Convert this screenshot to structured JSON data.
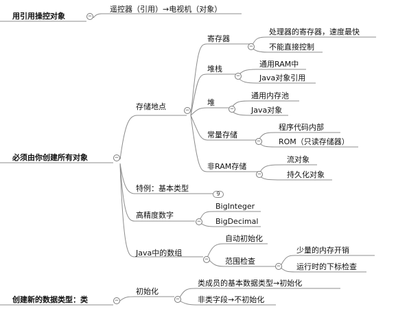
{
  "topics": {
    "t1": {
      "label": "用引用操控对象",
      "children": {
        "remote": "遥控器（引用）→电视机（对象）"
      }
    },
    "t2": {
      "label": "必须由你创建所有对象",
      "storage": {
        "label": "存储地点",
        "register": {
          "label": "寄存器",
          "c1": "处理器的寄存器，速度最快",
          "c2": "不能直接控制"
        },
        "stack": {
          "label": "堆栈",
          "c1": "通用RAM中",
          "c2": "Java对象引用"
        },
        "heap": {
          "label": "堆",
          "c1": "通用内存池",
          "c2": "Java对象"
        },
        "constant": {
          "label": "常量存储",
          "c1": "程序代码内部",
          "c2": "ROM（只读存储器）"
        },
        "nonram": {
          "label": "非RAM存储",
          "c1": "流对象",
          "c2": "持久化对象"
        }
      },
      "special": {
        "label": "特例：基本类型",
        "count": "9"
      },
      "precision": {
        "label": "高精度数字",
        "c1": "BigInteger",
        "c2": "BigDecimal"
      },
      "arrays": {
        "label": "Java中的数组",
        "auto": "自动初始化",
        "range": {
          "label": "范围检查",
          "c1": "少量的内存开销",
          "c2": "运行时的下标检查"
        }
      }
    },
    "t3": {
      "label": "创建新的数据类型：类",
      "init": {
        "label": "初始化",
        "c1": "类成员的基本数据类型→初始化",
        "c2": "非类字段→不初始化"
      }
    }
  },
  "toggle_symbol": "−",
  "colors": {
    "line": "#8c8c8c",
    "text": "#111111"
  }
}
